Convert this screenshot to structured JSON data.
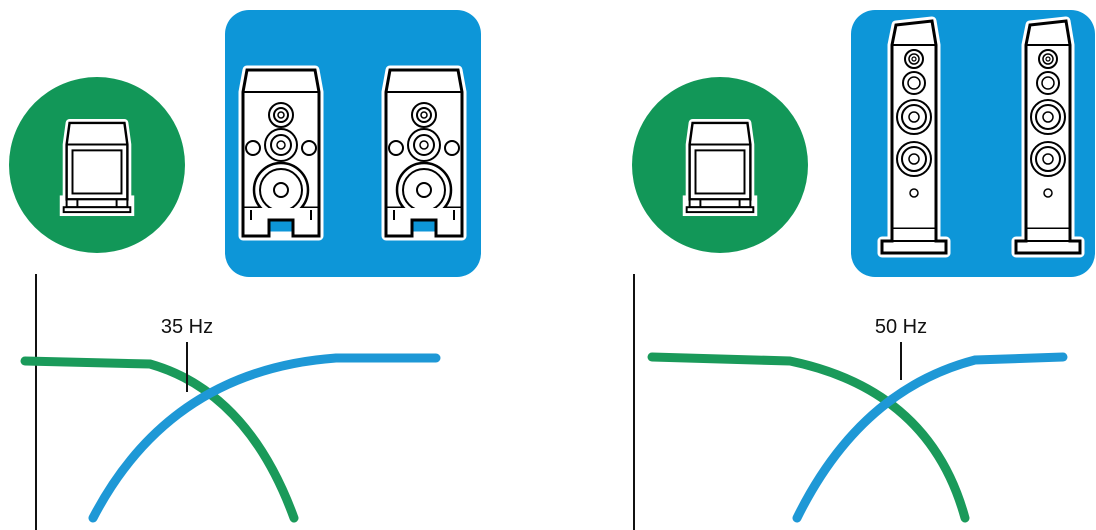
{
  "colors": {
    "subwoofer_badge": "#129758",
    "main_speaker_badge": "#0d96d8",
    "speaker_outline": "#000000",
    "subwoofer_curve": "#1a9a5a",
    "main_curve": "#1e98d6"
  },
  "panels": [
    {
      "crossover_label": "35 Hz",
      "subwoofer_icon": "subwoofer-icon",
      "main_speaker_icon": "bookshelf-speaker-icon",
      "main_speaker_type": "bookshelf"
    },
    {
      "crossover_label": "50 Hz",
      "subwoofer_icon": "subwoofer-icon",
      "main_speaker_icon": "floorstanding-speaker-icon",
      "main_speaker_type": "floorstanding"
    }
  ]
}
